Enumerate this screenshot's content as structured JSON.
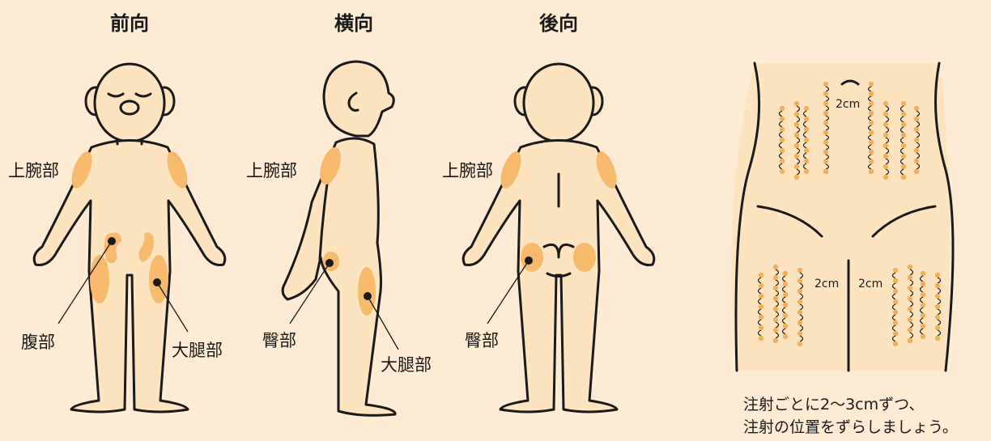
{
  "views": {
    "front": "前向",
    "side": "横向",
    "back": "後向"
  },
  "labels": {
    "front_upper_arm": "上腕部",
    "front_abdomen": "腹部",
    "front_thigh": "大腿部",
    "side_upper_arm": "上腕部",
    "side_buttock": "臀部",
    "side_thigh": "大腿部",
    "back_upper_arm": "上腕部",
    "back_buttock": "臀部"
  },
  "rotation": {
    "distance_labels": [
      "2cm",
      "2cm",
      "2cm"
    ],
    "note_line1": "注射ごとに2〜3cmずつ、",
    "note_line2": "注射の位置をずらしましょう。"
  },
  "colors": {
    "background": "#fdebd3",
    "skin": "#fde3be",
    "injection_site": "#f7b96b",
    "outline": "#1a1a1a"
  }
}
